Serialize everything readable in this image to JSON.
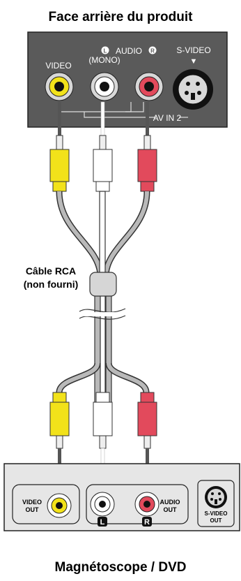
{
  "top_title": "Face arrière du produit",
  "bottom_title": "Magnétoscope / DVD",
  "cable_label_line1": "Câble RCA",
  "cable_label_line2": "(non fourni)",
  "tv_panel": {
    "video": "VIDEO",
    "mono": "(MONO)",
    "audio": "AUDIO",
    "audio_left_badge": "L",
    "audio_right_badge": "R",
    "svideo": "S-VIDEO",
    "svideo_arrow": "▼",
    "av_in": "AV IN 2"
  },
  "device_panel": {
    "video_out_line1": "VIDEO",
    "video_out_line2": "OUT",
    "audio_out_line1": "AUDIO",
    "audio_out_line2": "OUT",
    "left_badge": "L",
    "right_badge": "R",
    "svideo_out_line1": "S-VIDEO",
    "svideo_out_line2": "OUT"
  },
  "colors": {
    "panel": "#5a5a5a",
    "device": "#e6e6e6",
    "yellow": "#f2e21a",
    "red": "#e24a5c",
    "white": "#ffffff",
    "cable_gray": "#b9b9b9"
  }
}
